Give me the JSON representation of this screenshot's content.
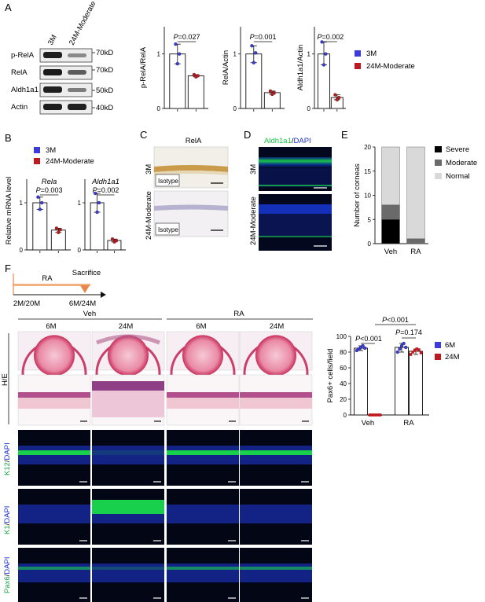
{
  "panels": {
    "A": "A",
    "B": "B",
    "C": "C",
    "D": "D",
    "E": "E",
    "F": "F"
  },
  "colors": {
    "group1": "#3b3be0",
    "group2": "#c0181f",
    "severe": "#000000",
    "moderate": "#6a6a6a",
    "normal": "#d9d9d9",
    "green_stain": "#18c84a",
    "blue_stain": "#1b2fd0",
    "he_pink": "#d6607e"
  },
  "panelA": {
    "lane_labels": [
      "3M",
      "24M-Moderate"
    ],
    "blot_rows": [
      {
        "protein": "p-RelA",
        "size": "70kD"
      },
      {
        "protein": "RelA",
        "size": "70kD"
      },
      {
        "protein": "Aldh1a1",
        "size": "50kD"
      },
      {
        "protein": "Actin",
        "size": "40kD"
      }
    ],
    "legend": [
      "3M",
      "24M-Moderate"
    ]
  },
  "chart_data": [
    {
      "type": "bar",
      "panel": "A",
      "ylabel": "p-RelA/RelA",
      "categories": [
        "3M",
        "24M-Moderate"
      ],
      "values": [
        1.0,
        0.6
      ],
      "points": [
        [
          1.18,
          0.82,
          1.0
        ],
        [
          0.62,
          0.58,
          0.6
        ]
      ],
      "ylim": [
        0,
        1.5
      ],
      "yticks": [
        "0",
        "1"
      ],
      "annotation": "P=0.027"
    },
    {
      "type": "bar",
      "panel": "A",
      "ylabel": "RelA/Actin",
      "categories": [
        "3M",
        "24M-Moderate"
      ],
      "values": [
        1.0,
        0.29
      ],
      "points": [
        [
          1.15,
          0.84,
          1.02
        ],
        [
          0.32,
          0.26,
          0.29
        ]
      ],
      "ylim": [
        0,
        1.5
      ],
      "yticks": [
        "0",
        "1"
      ],
      "annotation": "P=0.001"
    },
    {
      "type": "bar",
      "panel": "A",
      "ylabel": "Aldh1a1/Actin",
      "categories": [
        "3M",
        "24M-Moderate"
      ],
      "values": [
        1.0,
        0.2
      ],
      "points": [
        [
          1.22,
          0.8,
          1.0
        ],
        [
          0.25,
          0.16,
          0.2
        ]
      ],
      "ylim": [
        0,
        1.5
      ],
      "yticks": [
        "0",
        "1"
      ],
      "annotation": "P=0.002"
    },
    {
      "type": "bar",
      "panel": "B",
      "title": "Rela",
      "ylabel": "Relative mRNA level",
      "categories": [
        "3M",
        "24M-Moderate"
      ],
      "values": [
        1.0,
        0.42
      ],
      "points": [
        [
          1.12,
          0.86,
          1.0
        ],
        [
          0.46,
          0.37,
          0.43
        ]
      ],
      "ylim": [
        0,
        1.5
      ],
      "yticks": [
        "0",
        "1"
      ],
      "annotation": "P=0.003"
    },
    {
      "type": "bar",
      "panel": "B",
      "title": "Aldh1a1",
      "categories": [
        "3M",
        "24M-Moderate"
      ],
      "values": [
        1.0,
        0.2
      ],
      "points": [
        [
          1.2,
          0.8,
          1.0
        ],
        [
          0.23,
          0.17,
          0.2
        ]
      ],
      "ylim": [
        0,
        1.5
      ],
      "yticks": [
        "0",
        "1"
      ],
      "annotation": "P=0.002"
    },
    {
      "type": "bar",
      "panel": "E",
      "ylabel": "Number of corneas",
      "categories": [
        "Veh",
        "RA"
      ],
      "series": [
        {
          "name": "Severe",
          "values": [
            5,
            0
          ]
        },
        {
          "name": "Moderate",
          "values": [
            3,
            1
          ]
        },
        {
          "name": "Normal",
          "values": [
            12,
            19
          ]
        }
      ],
      "stacked": true,
      "ylim": [
        0,
        20
      ],
      "yticks": [
        "0",
        "5",
        "10",
        "15",
        "20"
      ]
    },
    {
      "type": "bar",
      "panel": "F",
      "ylabel": "Pax6+ cells/field",
      "categories": [
        "Veh",
        "RA"
      ],
      "series": [
        {
          "name": "6M",
          "values": [
            85,
            86
          ],
          "points": [
            [
              82,
              84,
              86,
              88,
              85
            ],
            [
              80,
              84,
              88,
              91,
              86
            ]
          ]
        },
        {
          "name": "24M",
          "values": [
            0,
            81
          ],
          "points": [
            [
              0,
              0,
              0,
              0,
              0,
              0
            ],
            [
              77,
              80,
              82,
              84,
              83,
              79
            ]
          ]
        }
      ],
      "ylim": [
        0,
        100
      ],
      "yticks": [
        "0",
        "20",
        "40",
        "60",
        "80",
        "100"
      ],
      "annotations": [
        "P<0.001",
        "P<0.001",
        "P=0.174"
      ]
    }
  ],
  "panelB_legend": [
    "3M",
    "24M-Moderate"
  ],
  "panelC": {
    "title": "RelA",
    "rows": [
      "3M",
      "24M-Moderate"
    ],
    "inset": "Isotype"
  },
  "panelD": {
    "title_green": "Aldh1a1",
    "title_sep": "/",
    "title_blue": "DAPI",
    "rows": [
      "3M",
      "24M-Moderate"
    ]
  },
  "panelE": {
    "legend": [
      "Severe",
      "Moderate",
      "Normal"
    ]
  },
  "panelF": {
    "timeline": {
      "treatment": "RA",
      "event": "Sacrifice",
      "start": "2M/20M",
      "end": "6M/24M"
    },
    "groups": [
      "Veh",
      "RA"
    ],
    "columns": [
      "6M",
      "24M",
      "6M",
      "24M"
    ],
    "rows": {
      "he": "H/E",
      "k12": {
        "marker": "K12",
        "sep": "/",
        "dapi": "DAPI"
      },
      "k1": {
        "marker": "K1",
        "sep": "/",
        "dapi": "DAPI"
      },
      "pax6": {
        "marker": "Pax6",
        "sep": "/",
        "dapi": "DAPI"
      }
    },
    "chart_pvals": {
      "top": "P<0.001",
      "veh": "P<0.001",
      "ra": "P=0.174"
    },
    "legend": [
      "6M",
      "24M"
    ]
  }
}
